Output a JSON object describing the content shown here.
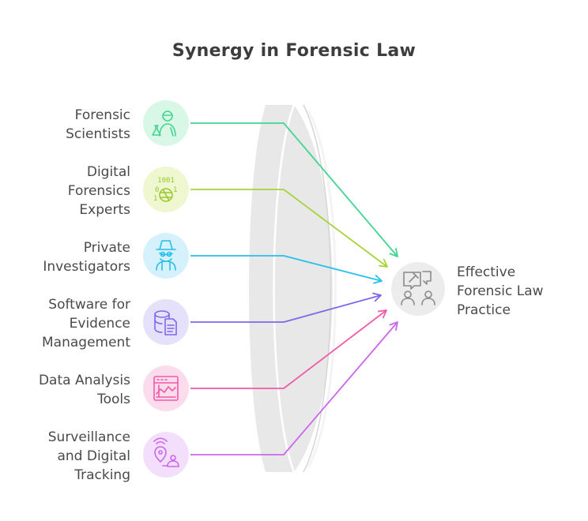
{
  "title": "Synergy in Forensic Law",
  "inputs": [
    {
      "label": "Forensic\nScientists",
      "icon": "scientist-icon",
      "color": "#43d592",
      "bg": "#d8f7e6"
    },
    {
      "label": "Digital\nForensics\nExperts",
      "icon": "binary-code-icon",
      "color": "#a6d43a",
      "bg": "#eef7cf"
    },
    {
      "label": "Private\nInvestigators",
      "icon": "detective-icon",
      "color": "#27c0ea",
      "bg": "#d5f1fb"
    },
    {
      "label": "Software for\nEvidence\nManagement",
      "icon": "database-document-icon",
      "color": "#8067e9",
      "bg": "#e5e1fb"
    },
    {
      "label": "Data Analysis\nTools",
      "icon": "analytics-dashboard-icon",
      "color": "#f05aa8",
      "bg": "#fbdcec"
    },
    {
      "label": "Surveillance\nand Digital\nTracking",
      "icon": "location-tracking-icon",
      "color": "#cc66ee",
      "bg": "#f3dffb"
    }
  ],
  "outcome": {
    "label": "Effective\nForensic Law\nPractice",
    "icon": "gavel-people-icon",
    "color": "#8a8a8a",
    "bg": "#ececec"
  }
}
